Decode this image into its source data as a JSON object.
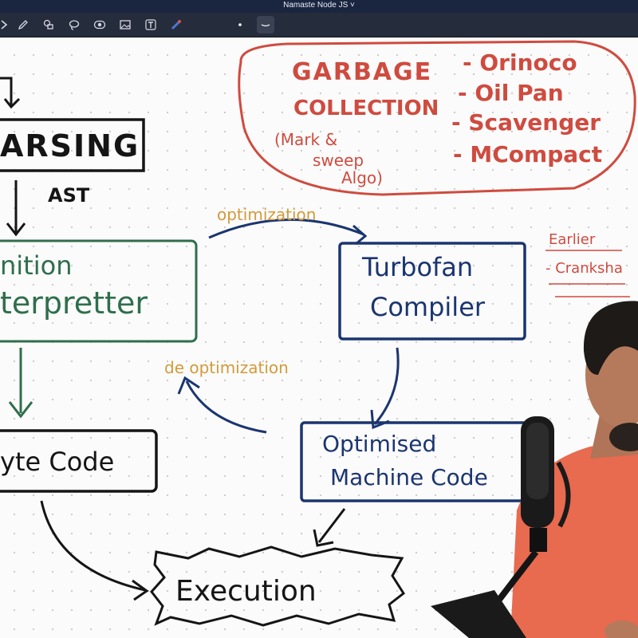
{
  "window": {
    "title": "Namaste Node JS ˅"
  },
  "toolbar": {
    "tools": [
      {
        "icon": "chevron-right-icon"
      },
      {
        "icon": "pen-icon"
      },
      {
        "icon": "shapes-icon"
      },
      {
        "icon": "lasso-icon"
      },
      {
        "icon": "record-icon"
      },
      {
        "icon": "image-icon"
      },
      {
        "icon": "text-tool-icon"
      },
      {
        "icon": "laser-pointer-icon"
      },
      {
        "icon": "dot-size-icon"
      },
      {
        "icon": "curve-stroke-icon"
      }
    ]
  },
  "board": {
    "colors": {
      "red": "#cf4b3f",
      "blue": "#1b3570",
      "green": "#2f6e4c",
      "orange": "#d39a3a",
      "black": "#151515"
    },
    "parsing": "ARSING",
    "ast": "AST",
    "ignition": {
      "line1": "nition",
      "line2": "terpretter"
    },
    "bytecode": "yte Code",
    "turbofan": {
      "line1": "Turbofan",
      "line2": "Compiler"
    },
    "optimised": {
      "line1": "Optimised",
      "line2": "Machine Code"
    },
    "execution": "Execution",
    "optimization": "optimization",
    "deoptimization": "de optimization",
    "gc": {
      "line1": "GARBAGE",
      "line2": "COLLECTION",
      "mark1": "(Mark &",
      "mark2": "sweep",
      "mark3": "Algo)",
      "items": [
        "- Orinoco",
        "- Oil Pan",
        "- Scavenger",
        "- MCompact"
      ]
    },
    "side": {
      "line1": "Earlier",
      "line2": "- Cranksha"
    }
  }
}
